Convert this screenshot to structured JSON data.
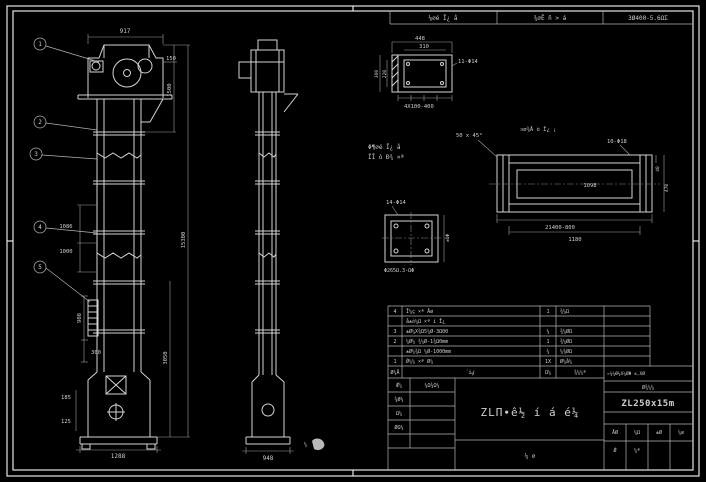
{
  "colors": {
    "background": "#000000",
    "line": "#d4d4d4",
    "dim": "#9f9f9f"
  },
  "labels": {
    "band1": "⅛∅é Ī¿ å",
    "band2": "¾∅Ē ñ > á",
    "band3": "3Ø400-5.6ΩΣ",
    "b1": "1",
    "b2": "2",
    "b3": "3",
    "b4": "4",
    "b5": "5",
    "d917": "917",
    "d150": "150",
    "d1500": "1500",
    "d15300": "15300",
    "d3050": "3050",
    "d1086": "1086",
    "d1000": "1000",
    "d908": "908",
    "d300": "300",
    "d185": "185",
    "d125": "125",
    "d1288": "1288",
    "d948": "948",
    "a448": "448",
    "a310": "310",
    "a360": "360",
    "a220": "220",
    "a11f14": "11-Φ14",
    "a4x100": "4X100-400",
    "anote1": "Φ¶∅é Ī¿ å",
    "anote2": "ΪĪ ò Ð¾ ×ª",
    "c50x45": "50 x 45°",
    "cnote": "¤∅¾Å ò Ī¿ ¡",
    "c10f18": "10-Φ18",
    "c1098": "1098",
    "c21400": "21400-800",
    "c1180": "1180",
    "c40": "40",
    "c470": "470",
    "p14f14": "14-Φ14",
    "pbottom": "Φ265Ω.3-ΩΦ",
    "pside": "±ΩΦ",
    "stamp": "¼"
  },
  "parts_table": {
    "rows": [
      {
        "no": "4",
        "name": "Ī¼ç ×ª Åø",
        "qty": "1",
        "mat": "¾¼Ω"
      },
      {
        "no": "",
        "name": "å±ò¼Ω ×ª í Ī¿",
        "qty": "",
        "mat": ""
      },
      {
        "no": "3",
        "name": "±Ø¼X¾Ω5¼Ø-3Ω00",
        "qty": "¼",
        "mat": "¾¼ØΩ"
      },
      {
        "no": "2",
        "name": "¼Ø¼ ¾¼Ø-1¾Ω0mm",
        "qty": "1",
        "mat": "¾¼ØΩ"
      },
      {
        "no": "",
        "name": "±Ø¼¾Ω ¼Ø-1000mm",
        "qty": "¼",
        "mat": "¼¾ØΩ"
      },
      {
        "no": "1",
        "name": "Ǿ¼¼ ×ª Ø¼",
        "qty": "1X",
        "mat": "Ø¼å¼"
      }
    ],
    "header": [
      "Ø¼Å",
      "´íؼ",
      "Ω¼",
      "¾¼¼ª"
    ]
  },
  "title_block": {
    "note": "¤¾¼Ø¼X¼ØΦ ±,XØ",
    "subnote": "Ø¾¼¼",
    "model": "ZL250x15m",
    "title": "ZLΠ∙ê½ í á é¼",
    "rows": [
      "Ǽ¼",
      "¾Ø¼",
      "Ω¼",
      "ØΩ¼"
    ],
    "row1_value": "¼Ω¾Ω¼",
    "cells": [
      "ÅØ",
      "¼Ω",
      "±Ø",
      "¼∅",
      "Ǿ",
      "¼ª"
    ],
    "sheet": "¼ ∅"
  }
}
